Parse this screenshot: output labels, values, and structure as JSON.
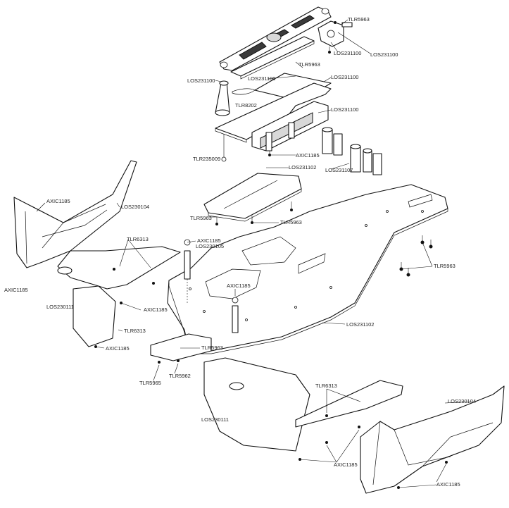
{
  "labels": {
    "tlr5963_top": "TLR5963",
    "los231100_a": "LOS231100",
    "los231100_b": "LOS231100",
    "tlr5963_b": "TLR5963",
    "los231100_left": "LOS231100",
    "los231100_mid": "LOS231100",
    "los231100_c": "LOS231100",
    "los231100_d": "LOS231100",
    "tlr8202": "TLR8202",
    "tlr235009": "TLR235009",
    "axic1185_top": "AXIC1185",
    "los231107": "LOS231107",
    "los231102_top": "LOS231102",
    "axic1185_a": "AXIC1185",
    "los230104_left": "LOS230104",
    "tlr5963_c": "TLR5963",
    "tlr5963_d": "TLR5963",
    "tlr6313_left": "TLR6313",
    "axic1185_b": "AXIC1185",
    "los230105": "LOS230105",
    "tlr5963_right": "TLR5963",
    "axic1185_left": "AXIC1185",
    "axic1185_c": "AXIC1185",
    "los230111_left": "LOS230111",
    "axic1185_d": "AXIC1185",
    "tlr6313_b": "TLR6313",
    "los231102_main": "LOS231102",
    "axic1185_e": "AXIC1185",
    "tlr5963_e": "TLR5963",
    "tlr5965": "TLR5965",
    "tlr5962": "TLR5962",
    "tlr6313_right": "TLR6313",
    "los230104_right": "LOS230104",
    "los230111_right": "LOS230111",
    "axic1185_f": "AXIC1185",
    "axic1185_g": "AXIC1185"
  },
  "colors": {
    "line": "#111111",
    "background": "#ffffff",
    "shade": "#3a3a3a"
  }
}
